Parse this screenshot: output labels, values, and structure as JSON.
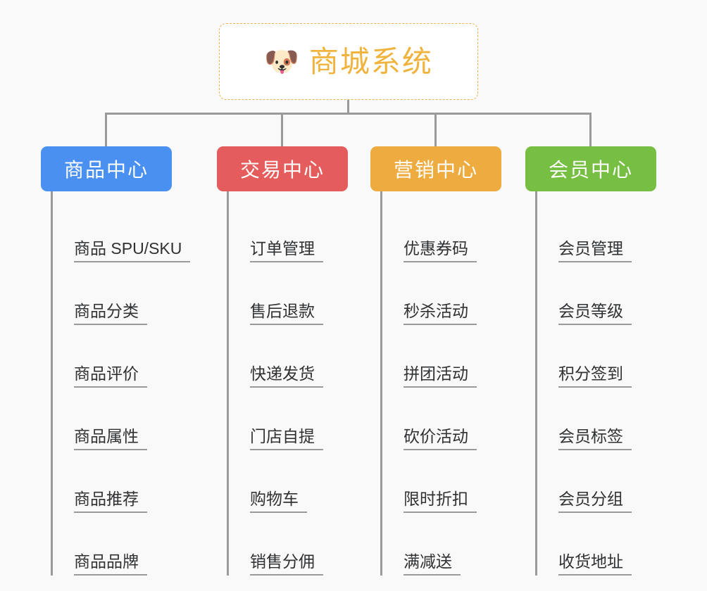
{
  "root": {
    "icon": "dog-face-icon",
    "icon_glyph": "🐶",
    "title": "商城系统",
    "title_color": "#f0b33d",
    "border_color": "#e8b254"
  },
  "page": {
    "background": "#f9f9f9",
    "connector_color": "#9a9a9a"
  },
  "columns": [
    {
      "title": "商品中心",
      "color": "#4a90f0",
      "items": [
        "商品 SPU/SKU",
        "商品分类",
        "商品评价",
        "商品属性",
        "商品推荐",
        "商品品牌"
      ]
    },
    {
      "title": "交易中心",
      "color": "#e55c5c",
      "items": [
        "订单管理",
        "售后退款",
        "快递发货",
        "门店自提",
        "购物车",
        "销售分佣"
      ]
    },
    {
      "title": "营销中心",
      "color": "#eeab3f",
      "items": [
        "优惠券码",
        "秒杀活动",
        "拼团活动",
        "砍价活动",
        "限时折扣",
        "满减送"
      ]
    },
    {
      "title": "会员中心",
      "color": "#76bf43",
      "items": [
        "会员管理",
        "会员等级",
        "积分签到",
        "会员标签",
        "会员分组",
        "收货地址"
      ]
    }
  ]
}
